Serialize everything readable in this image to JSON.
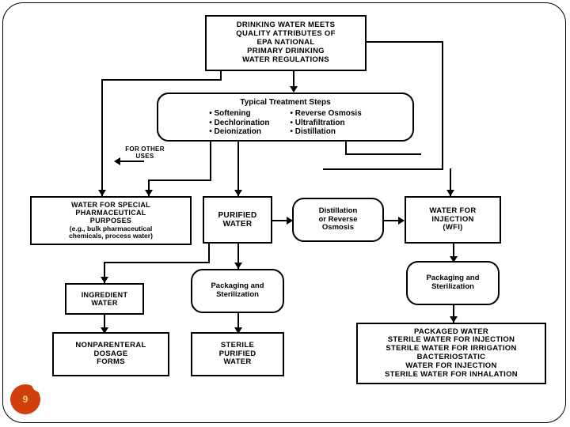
{
  "slide": {
    "page_number": "9",
    "badge_color": "#d0400f",
    "title_flow": "Water for pharmaceutical purposes flow diagram"
  },
  "chart_data": {
    "type": "diagram",
    "title": "Drinking water to pharmaceutical water flow chart",
    "nodes": [
      {
        "id": "drinking-water",
        "shape": "rectangle",
        "lines": [
          "DRINKING WATER MEETS",
          "QUALITY ATTRIBUTES OF",
          "EPA NATIONAL",
          "PRIMARY DRINKING",
          "WATER REGULATIONS"
        ]
      },
      {
        "id": "treatment-steps",
        "shape": "rounded",
        "heading": "Typical Treatment Steps",
        "column_left": [
          "Softening",
          "Dechlorination",
          "Deionization"
        ],
        "column_right": [
          "Reverse Osmosis",
          "Ultrafiltration",
          "Distillation"
        ]
      },
      {
        "id": "special-pharmaceutical",
        "shape": "rectangle",
        "lines": [
          "WATER FOR SPECIAL",
          "PHARMACEUTICAL",
          "PURPOSES",
          "(e.g., bulk pharmaceutical",
          "chemicals, process water)"
        ]
      },
      {
        "id": "purified-water",
        "shape": "rectangle",
        "lines": [
          "PURIFIED",
          "WATER"
        ]
      },
      {
        "id": "distillation-ro",
        "shape": "rounded",
        "lines": [
          "Distillation",
          "or Reverse",
          "Osmosis"
        ]
      },
      {
        "id": "water-for-injection",
        "shape": "rectangle",
        "lines": [
          "WATER FOR",
          "INJECTION",
          "(WFI)"
        ]
      },
      {
        "id": "ingredient-water",
        "shape": "rectangle",
        "lines": [
          "INGREDIENT",
          "WATER"
        ]
      },
      {
        "id": "packaging-sterilization-center",
        "shape": "rounded",
        "lines": [
          "Packaging and",
          "Sterilization"
        ]
      },
      {
        "id": "packaging-sterilization-right",
        "shape": "rounded",
        "lines": [
          "Packaging and",
          "Sterilization"
        ]
      },
      {
        "id": "nonparenteral",
        "shape": "rectangle",
        "lines": [
          "NONPARENTERAL",
          "DOSAGE",
          "FORMS"
        ]
      },
      {
        "id": "sterile-purified-water",
        "shape": "rectangle",
        "lines": [
          "STERILE",
          "PURIFIED",
          "WATER"
        ]
      },
      {
        "id": "packaged-water",
        "shape": "rectangle",
        "lines": [
          "PACKAGED WATER",
          "STERILE WATER FOR INJECTION",
          "STERILE WATER FOR IRRIGATION",
          "BACTERIOSTATIC",
          "WATER FOR INJECTION",
          "STERILE WATER FOR INHALATION"
        ]
      }
    ],
    "annotations": [
      {
        "id": "for-other-uses",
        "lines": [
          "FOR",
          "OTHER",
          "USES"
        ]
      }
    ],
    "edges": [
      {
        "from": "drinking-water",
        "to": "treatment-steps"
      },
      {
        "from": "drinking-water",
        "to": "for-other-uses"
      },
      {
        "from": "drinking-water",
        "to": "special-pharmaceutical"
      },
      {
        "from": "drinking-water",
        "to": "water-for-injection"
      },
      {
        "from": "treatment-steps",
        "to": "special-pharmaceutical"
      },
      {
        "from": "treatment-steps",
        "to": "purified-water"
      },
      {
        "from": "treatment-steps",
        "to": "distillation-ro"
      },
      {
        "from": "purified-water",
        "to": "distillation-ro"
      },
      {
        "from": "purified-water",
        "to": "ingredient-water"
      },
      {
        "from": "purified-water",
        "to": "packaging-sterilization-center"
      },
      {
        "from": "distillation-ro",
        "to": "water-for-injection"
      },
      {
        "from": "water-for-injection",
        "to": "packaging-sterilization-right"
      },
      {
        "from": "ingredient-water",
        "to": "nonparenteral"
      },
      {
        "from": "packaging-sterilization-center",
        "to": "sterile-purified-water"
      },
      {
        "from": "packaging-sterilization-right",
        "to": "packaged-water"
      }
    ]
  }
}
